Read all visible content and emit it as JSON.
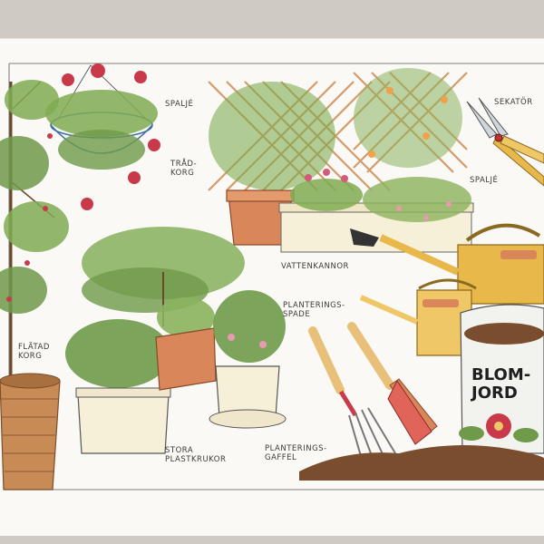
{
  "labels": {
    "spalje_top": "SPALJÉ",
    "sekator": "SEKATÖR",
    "tradkorg_line1": "TRÅD-",
    "tradkorg_line2": "KORG",
    "spalje_right": "SPALJÉ",
    "vattenkannor": "VATTENKANNOR",
    "planteringsspade_line1": "PLANTERINGS-",
    "planteringsspade_line2": "SPADE",
    "flatad_line1": "FLÄTAD",
    "flatad_line2": "KORG",
    "stora_line1": "STORA",
    "stora_line2": "PLASTKRUKOR",
    "gaffel_line1": "PLANTERINGS-",
    "gaffel_line2": "GAFFEL"
  },
  "bag_text": {
    "line1": "BLOM-",
    "line2": "JORD"
  },
  "colors": {
    "page": "#faf9f6",
    "background": "#cfcac4",
    "foliage": "#6f9a4a",
    "terracotta": "#d9865a",
    "watering_can": "#e8b84a",
    "flower": "#c83a4a"
  }
}
